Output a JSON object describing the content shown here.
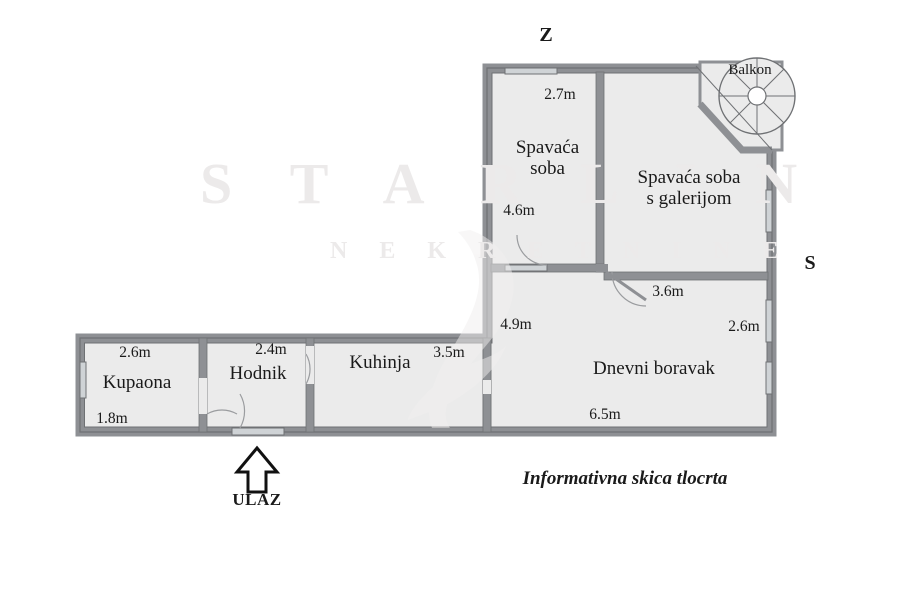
{
  "diagram": {
    "caption": "Informativna skica tlocrta",
    "compass": {
      "north_top": "Z",
      "east_right": "S"
    },
    "entrance_label": "ULAZ",
    "watermark": {
      "line1": "S T A R L I N",
      "line2": "N E K R E T N I N E"
    },
    "rooms": [
      {
        "name": "Spavaća\nsoba",
        "dim_top": "2.7m",
        "dim_left": "4.6m"
      },
      {
        "name": "Spavaća soba\ns galerijom",
        "dim_bottom": "3.6m",
        "dim_right": "2.6m"
      },
      {
        "name": "Dnevni boravak",
        "dim_bottom": "6.5m",
        "dim_left": "4.9m"
      },
      {
        "name": "Kuhinja",
        "dim_right": "3.5m"
      },
      {
        "name": "Hodnik",
        "dim_top": "2.4m"
      },
      {
        "name": "Kupaona",
        "dim_top": "2.6m",
        "dim_bottom": "1.8m"
      },
      {
        "name": "Balkon"
      }
    ],
    "labels": {
      "spavaca_soba": "Spavaća\nsoba",
      "spavaca_soba_galerija": "Spavaća soba\ns galerijom",
      "dnevni_boravak": "Dnevni boravak",
      "kuhinja": "Kuhinja",
      "hodnik": "Hodnik",
      "kupaona": "Kupaona",
      "balkon": "Balkon"
    },
    "dims": {
      "spavaca_top": "2.7m",
      "spavaca_left": "4.6m",
      "galerija_bottom": "3.6m",
      "galerija_right": "2.6m",
      "dnevni_left": "4.9m",
      "dnevni_bottom": "6.5m",
      "kuhinja_right": "3.5m",
      "hodnik_top": "2.4m",
      "kupaona_top": "2.6m",
      "kupaona_bottom": "1.8m"
    },
    "colors": {
      "wall": "#8e9094",
      "wall_dark": "#6f7174",
      "floor": "#ebebeb",
      "background": "#ffffff",
      "door_opening": "#ffffff",
      "window": "#cfd3d6",
      "text": "#1a1a1a",
      "watermark": "#eceaea"
    }
  }
}
